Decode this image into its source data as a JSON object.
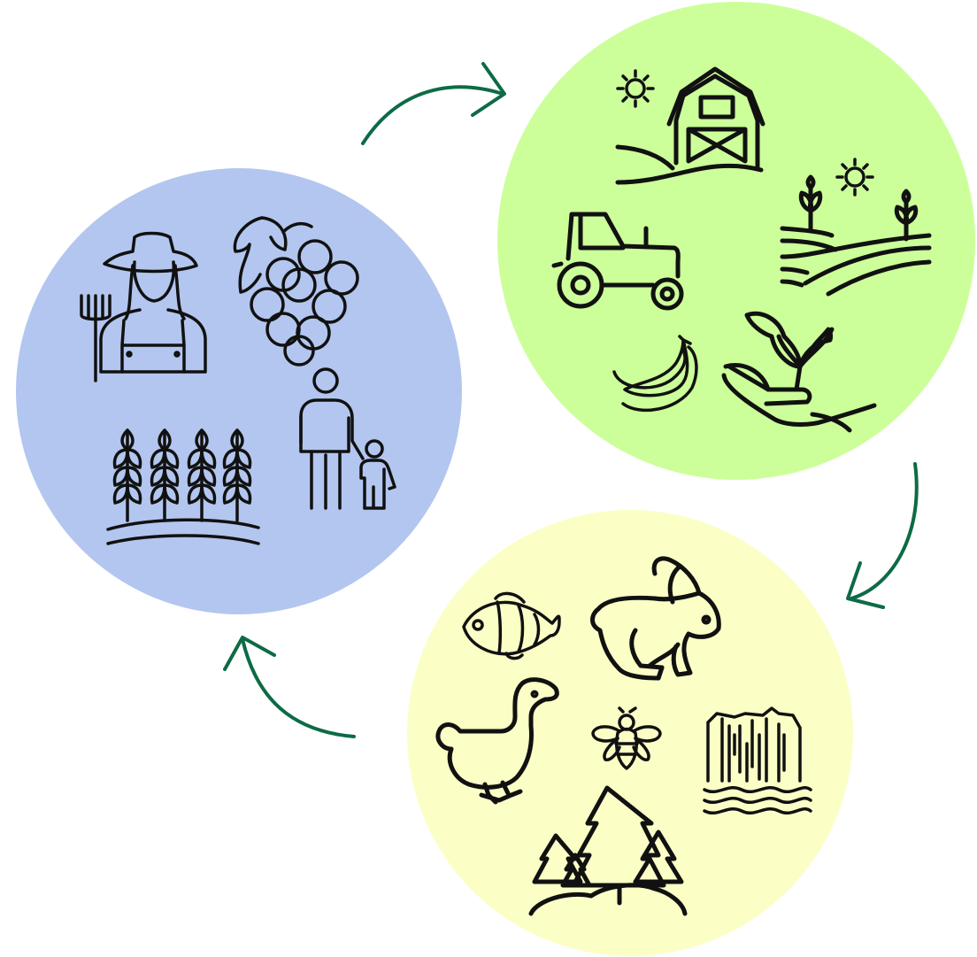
{
  "colors": {
    "people_circle": "#b2c6ef",
    "farming_circle": "#ccff99",
    "nature_circle": "#fbffc6",
    "arrow": "#0d6b45",
    "icon_stroke": "#111111"
  },
  "cycle": [
    {
      "id": "people",
      "icons": [
        "farmer-icon",
        "grapes-icon",
        "wheat-field-icon",
        "parent-child-icon"
      ]
    },
    {
      "id": "farming",
      "icons": [
        "barn-icon",
        "sun-icon",
        "tractor-icon",
        "planted-field-icon",
        "banana-icon",
        "seedling-hand-icon"
      ]
    },
    {
      "id": "nature",
      "icons": [
        "clownfish-icon",
        "rabbit-icon",
        "goose-icon",
        "bee-icon",
        "waterfall-icon",
        "forest-icon"
      ]
    }
  ],
  "arrows": [
    "people-to-farming",
    "farming-to-nature",
    "nature-to-people"
  ]
}
